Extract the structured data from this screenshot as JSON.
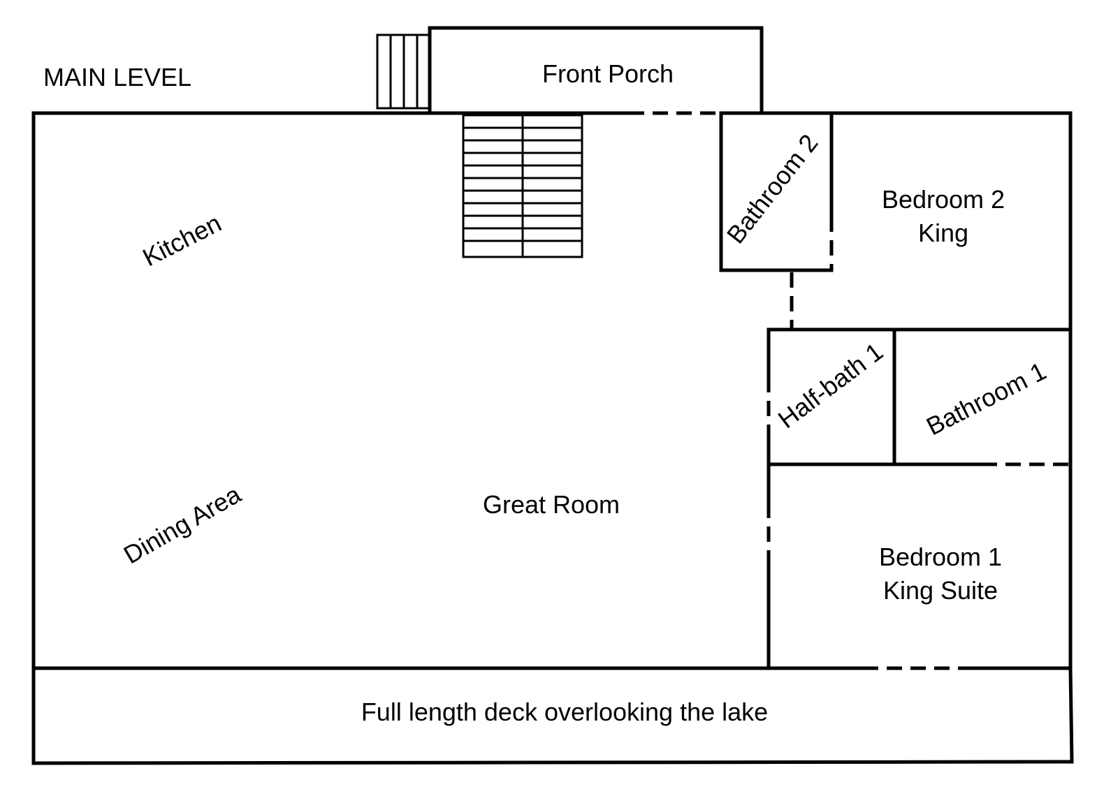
{
  "floor_plan": {
    "title": "MAIN LEVEL",
    "rooms": {
      "front_porch": "Front Porch",
      "kitchen": "Kitchen",
      "dining_area": "Dining Area",
      "great_room": "Great Room",
      "bathroom_2": "Bathroom 2",
      "bedroom_2_name": "Bedroom 2",
      "bedroom_2_bed": "King",
      "half_bath_1": "Half-bath 1",
      "bathroom_1": "Bathroom 1",
      "bedroom_1_name": "Bedroom 1",
      "bedroom_1_bed": "King Suite",
      "deck": "Full length deck overlooking the lake"
    }
  }
}
